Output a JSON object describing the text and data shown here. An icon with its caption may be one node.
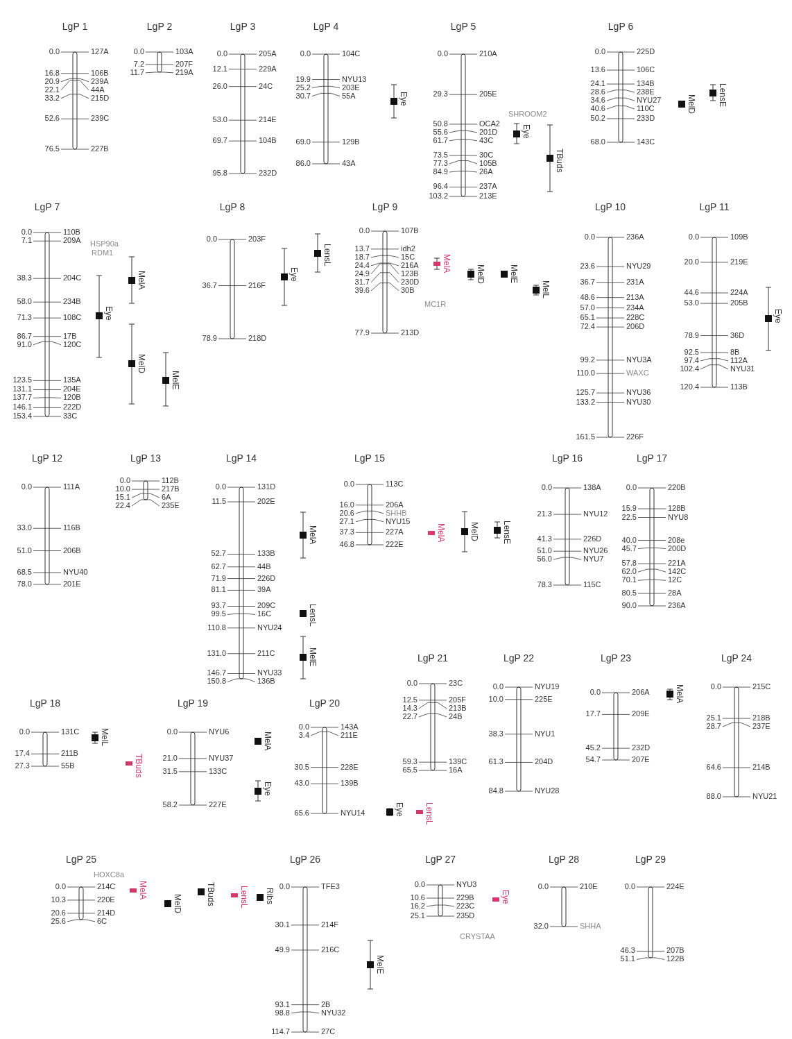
{
  "diagram": {
    "nodes": [
      {
        "text": [
          "LgP 1"
        ],
        "beside": [
          "0.0",
          "127A",
          "16.8",
          "106B",
          "20.9",
          "239A",
          "22.1",
          "44A",
          "33.2",
          "215D",
          "52.6",
          "239C",
          "76.5",
          "227B"
        ]
      },
      {
        "text": [
          "LgP 2"
        ],
        "beside": [
          "0.0",
          "103A",
          "7.2",
          "207F",
          "11.7",
          "219A"
        ]
      },
      {
        "text": [
          "LgP 3"
        ],
        "beside": [
          "0.0",
          "205A",
          "12.1",
          "229A",
          "26.0",
          "24C",
          "53.0",
          "214E",
          "69.7",
          "104B",
          "95.8",
          "232D"
        ]
      },
      {
        "text": [
          "LgP 4"
        ],
        "beside": [
          "0.0",
          "104C",
          "19.9",
          "NYU13",
          "25.2",
          "203E",
          "30.7",
          "55A",
          "69.0",
          "129B",
          "86.0",
          "43A"
        ]
      },
      {
        "text": [
          "Eye"
        ]
      },
      {
        "text": [
          "LgP 5"
        ],
        "beside": [
          "0.0",
          "210A",
          "29.3",
          "205E",
          "50.8",
          "OCA2",
          "55.6",
          "201D",
          "61.7",
          "43C",
          "73.5",
          "30C",
          "77.3",
          "105B",
          "84.9",
          "26A",
          "96.4",
          "237A",
          "103.2",
          "213E"
        ]
      },
      {
        "text": [
          "Eye"
        ]
      },
      {
        "text": [
          "TBuds"
        ]
      },
      {
        "text": [
          "LgP 6"
        ],
        "beside": [
          "0.0",
          "225D",
          "13.6",
          "106C",
          "24.1",
          "134B",
          "28.6",
          "238E",
          "34.6",
          "NYU27",
          "40.6",
          "110C",
          "50.2",
          "233D",
          "68.0",
          "143C"
        ]
      },
      {
        "text": [
          "MelD"
        ]
      },
      {
        "text": [
          "LensE"
        ]
      },
      {
        "text": [
          "LgP 7"
        ],
        "beside": [
          "0.0",
          "110B",
          "7.1",
          "209A",
          "38.3",
          "204C",
          "58.0",
          "234B",
          "71.3",
          "108C",
          "86.7",
          "17B",
          "91.0",
          "120C",
          "123.5",
          "135A",
          "131.1",
          "204E",
          "137.7",
          "120B",
          "146.1",
          "222D",
          "153.4",
          "33C"
        ]
      },
      {
        "text": [
          "Eye"
        ]
      },
      {
        "text": [
          "MelA"
        ]
      },
      {
        "text": [
          "MelD"
        ]
      },
      {
        "text": [
          "MelE"
        ]
      },
      {
        "text": [
          "LgP 8"
        ],
        "beside": [
          "0.0",
          "203F",
          "36.7",
          "216F",
          "78.9",
          "218D"
        ]
      },
      {
        "text": [
          "Eye"
        ]
      },
      {
        "text": [
          "LensL"
        ]
      },
      {
        "text": [
          "LgP 9"
        ],
        "beside": [
          "0.0",
          "107B",
          "13.7",
          "idh2",
          "18.7",
          "15C",
          "24.4",
          "216A",
          "24.9",
          "123B",
          "31.7",
          "230D",
          "39.6",
          "30B",
          "77.9",
          "213D"
        ]
      },
      {
        "text": [
          "MelA"
        ]
      },
      {
        "text": [
          "MelD"
        ]
      },
      {
        "text": [
          "MelE"
        ]
      },
      {
        "text": [
          "MelL"
        ]
      },
      {
        "text": [
          "LgP 10"
        ],
        "beside": [
          "0.0",
          "236A",
          "23.6",
          "NYU29",
          "36.7",
          "231A",
          "48.6",
          "213A",
          "57.0",
          "234A",
          "65.1",
          "228C",
          "72.4",
          "206D",
          "99.2",
          "NYU3A",
          "110.0",
          "WAXC",
          "125.7",
          "NYU36",
          "133.2",
          "NYU30",
          "161.5",
          "226F"
        ]
      },
      {
        "text": [
          "LgP 11"
        ],
        "beside": [
          "0.0",
          "109B",
          "20.0",
          "219E",
          "44.6",
          "224A",
          "53.0",
          "205B",
          "78.9",
          "36D",
          "92.5",
          "8B",
          "97.4",
          "112A",
          "102.4",
          "NYU31",
          "120.4",
          "113B"
        ]
      },
      {
        "text": [
          "Eye"
        ]
      },
      {
        "text": [
          "LgP 12"
        ],
        "beside": [
          "0.0",
          "111A",
          "33.0",
          "116B",
          "51.0",
          "206B",
          "68.5",
          "NYU40",
          "78.0",
          "201E"
        ]
      },
      {
        "text": [
          "LgP 13"
        ],
        "beside": [
          "0.0",
          "112B",
          "10.0",
          "217B",
          "15.1",
          "6A",
          "22.4",
          "235E"
        ]
      },
      {
        "text": [
          "LgP 14"
        ],
        "beside": [
          "0.0",
          "131D",
          "11.5",
          "202E",
          "52.7",
          "133B",
          "62.7",
          "44B",
          "71.9",
          "226D",
          "81.1",
          "39A",
          "93.7",
          "209C",
          "99.5",
          "16C",
          "110.8",
          "NYU24",
          "131.0",
          "211C",
          "146.7",
          "NYU33",
          "150.8",
          "136B"
        ]
      },
      {
        "text": [
          "MelA"
        ]
      },
      {
        "text": [
          "LensL"
        ]
      },
      {
        "text": [
          "MelE"
        ]
      },
      {
        "text": [
          "LgP 15"
        ],
        "beside": [
          "0.0",
          "113C",
          "16.0",
          "206A",
          "20.6",
          "SHHB",
          "27.1",
          "NYU15",
          "37.3",
          "227A",
          "46.8",
          "222E"
        ]
      },
      {
        "text": [
          "MelA"
        ]
      },
      {
        "text": [
          "MelD"
        ]
      },
      {
        "text": [
          "LensE"
        ]
      },
      {
        "text": [
          "LgP 16"
        ],
        "beside": [
          "0.0",
          "138A",
          "21.3",
          "NYU12",
          "41.3",
          "226D",
          "51.0",
          "NYU26",
          "56.0",
          "NYU7",
          "78.3",
          "115C"
        ]
      },
      {
        "text": [
          "LgP 17"
        ],
        "beside": [
          "0.0",
          "220B",
          "15.9",
          "128B",
          "22.5",
          "NYU8",
          "40.0",
          "208e",
          "45.7",
          "200D",
          "57.8",
          "221A",
          "62.0",
          "142C",
          "70.1",
          "12C",
          "80.5",
          "28A",
          "90.0",
          "236A"
        ]
      },
      {
        "text": [
          "LgP 21"
        ],
        "beside": [
          "0.0",
          "23C",
          "12.5",
          "205F",
          "14.3",
          "213B",
          "22.7",
          "24B",
          "59.3",
          "139C",
          "65.5",
          "16A"
        ]
      },
      {
        "text": [
          "LgP 22"
        ],
        "beside": [
          "0.0",
          "NYU19",
          "10.0",
          "225E",
          "38.3",
          "NYU1",
          "61.3",
          "204D",
          "84.8",
          "NYU28"
        ]
      },
      {
        "text": [
          "LgP 23"
        ],
        "beside": [
          "0.0",
          "206A",
          "17.7",
          "209E",
          "45.2",
          "232D",
          "54.7",
          "207E"
        ]
      },
      {
        "text": [
          "MelA"
        ]
      },
      {
        "text": [
          "LgP 24"
        ],
        "beside": [
          "0.0",
          "215C",
          "25.1",
          "218B",
          "28.7",
          "237E",
          "64.6",
          "214B",
          "88.0",
          "NYU21"
        ]
      },
      {
        "text": [
          "LgP 18"
        ],
        "beside": [
          "0.0",
          "131C",
          "17.4",
          "211B",
          "27.3",
          "55B"
        ]
      },
      {
        "text": [
          "MelL"
        ]
      },
      {
        "text": [
          "TBuds"
        ]
      },
      {
        "text": [
          "LgP 19"
        ],
        "beside": [
          "0.0",
          "NYU6",
          "21.0",
          "NYU37",
          "31.5",
          "133C",
          "58.2",
          "227E"
        ]
      },
      {
        "text": [
          "MelA"
        ]
      },
      {
        "text": [
          "Eye"
        ]
      },
      {
        "text": [
          "LgP 20"
        ],
        "beside": [
          "0.0",
          "143A",
          "3.4",
          "211E",
          "30.5",
          "228E",
          "43.0",
          "139B",
          "65.6",
          "NYU14"
        ]
      },
      {
        "text": [
          "Eye"
        ]
      },
      {
        "text": [
          "LensL"
        ]
      },
      {
        "text": [
          "LgP 25"
        ],
        "beside": [
          "0.0",
          "214C",
          "10.3",
          "220E",
          "20.6",
          "214D",
          "25.6",
          "6C"
        ]
      },
      {
        "text": [
          "MelA"
        ]
      },
      {
        "text": [
          "MelD"
        ]
      },
      {
        "text": [
          "TBuds"
        ]
      },
      {
        "text": [
          "LensL"
        ]
      },
      {
        "text": [
          "Ribs"
        ]
      },
      {
        "text": [
          "LgP 26"
        ],
        "beside": [
          "0.0",
          "TFE3",
          "30.1",
          "214F",
          "49.9",
          "216C",
          "93.1",
          "2B",
          "98.8",
          "NYU32",
          "114.7",
          "27C"
        ]
      },
      {
        "text": [
          "MelE"
        ]
      },
      {
        "text": [
          "LgP 27"
        ],
        "beside": [
          "0.0",
          "NYU3",
          "10.6",
          "229B",
          "16.2",
          "223C",
          "25.1",
          "235D"
        ]
      },
      {
        "text": [
          "Eye"
        ]
      },
      {
        "text": [
          "LgP 28"
        ],
        "beside": [
          "0.0",
          "210E",
          "32.0",
          "SHHA"
        ]
      },
      {
        "text": [
          "LgP 29"
        ],
        "beside": [
          "0.0",
          "224E",
          "46.3",
          "207B",
          "51.1",
          "122B"
        ]
      }
    ],
    "labels": [
      "SHROOM2",
      "HSP90a",
      "RDM1",
      "MC1R",
      "HOXC8a",
      "CRYSTAA"
    ]
  }
}
